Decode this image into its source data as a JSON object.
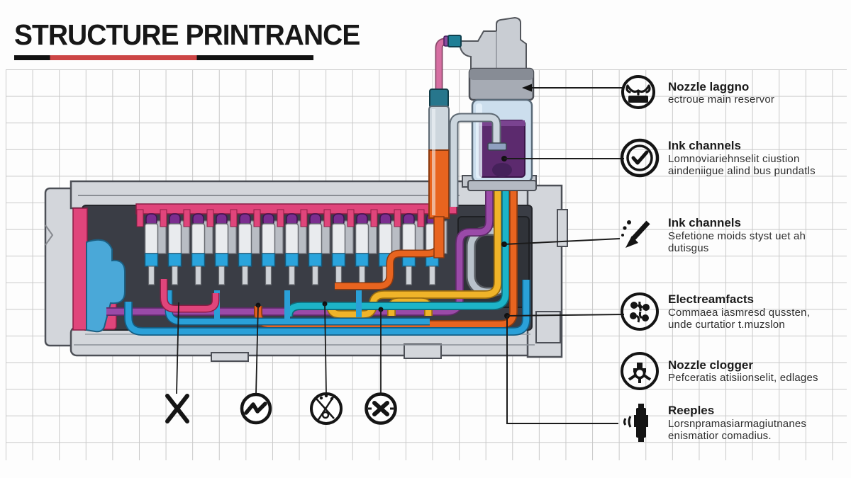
{
  "title": {
    "text": "STRUCTURE PRINTRANCE"
  },
  "legend": [
    {
      "title": "Nozzle laggno",
      "line1": "ectroue main reservor",
      "line2": ""
    },
    {
      "title": "Ink channels",
      "line1": "Lomnoviariehnselit ciustion",
      "line2": "aindeniigue alind bus pundatls"
    },
    {
      "title": "Ink channels",
      "line1": "Sefetione moids styst uet ah",
      "line2": "dutisgus"
    },
    {
      "title": "Electreamfacts",
      "line1": "Commaea iasmresd qussten,",
      "line2": "unde curtatior t.muzslon"
    },
    {
      "title": "Nozzle clogger",
      "line1": "Pefceratis atisiionselit, edlages",
      "line2": ""
    },
    {
      "title": "Reeples",
      "line1": "Lorsnpramasiarmagiutnanes",
      "line2": "enismatior comadius."
    }
  ],
  "icons": {
    "legend": [
      "reservoir-funnel-icon",
      "check-circle-icon",
      "arrow-down-left-icon",
      "turbine-circle-icon",
      "nozzle-wheel-icon",
      "cartridge-body-icon"
    ],
    "bottom": [
      "x-mark-icon",
      "diagonal-bolt-icon",
      "spray-warning-icon",
      "crossed-circle-icon"
    ]
  },
  "colors": {
    "accent_red": "#cc4545",
    "magenta": "#e0457b",
    "blue": "#2aa0d8",
    "teal": "#1db4c8",
    "orange": "#e8641f",
    "yellow": "#f0b429",
    "purple_tube": "#9a4aa8",
    "ink_purple": "#5c2a6e",
    "casing_gray": "#d3d6db",
    "interior_dark": "#3a3d45",
    "grid_line": "#c9c9c9"
  }
}
